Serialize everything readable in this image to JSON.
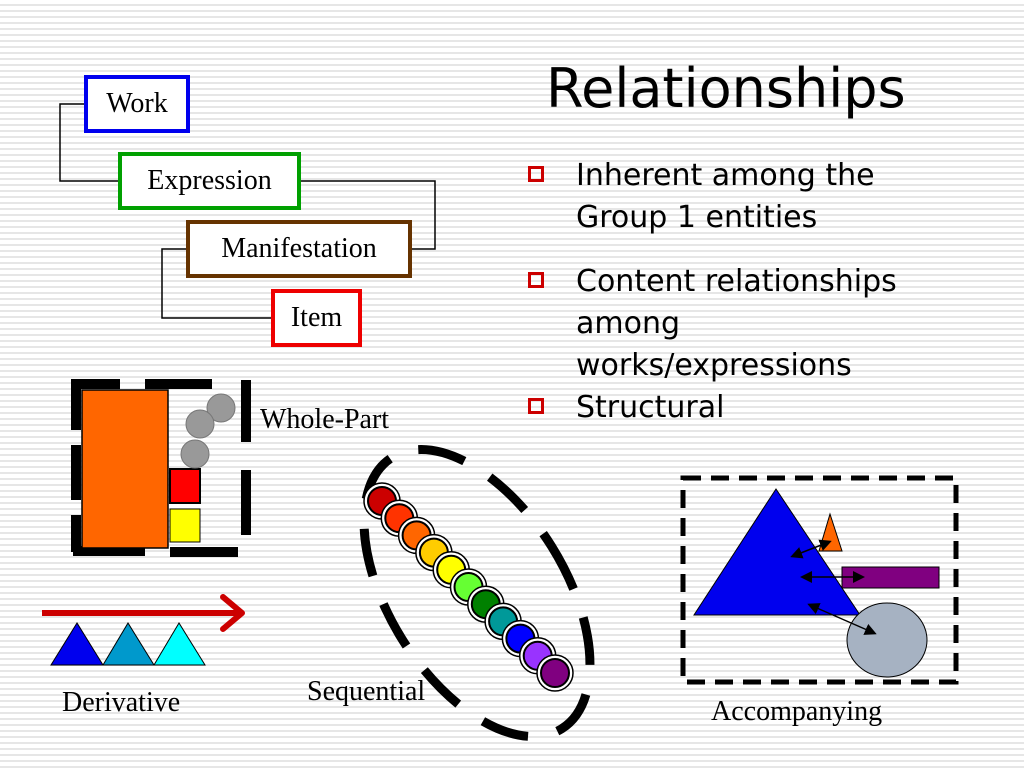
{
  "slide": {
    "title": "Relationships",
    "bullets": [
      {
        "text_lines": [
          "Inherent among the",
          "Group 1 entities"
        ]
      },
      {
        "text_lines": [
          "Content relationships",
          "among",
          "works/expressions"
        ]
      },
      {
        "text_lines": [
          "Structural"
        ]
      }
    ],
    "bullet_color": "#cc0000"
  },
  "hierarchy": {
    "entities": [
      {
        "label": "Work",
        "color": "#0000ee"
      },
      {
        "label": "Expression",
        "color": "#00a000"
      },
      {
        "label": "Manifestation",
        "color": "#663300"
      },
      {
        "label": "Item",
        "color": "#ee0000"
      }
    ]
  },
  "relationship_types": {
    "whole_part": {
      "label": "Whole-Part",
      "colors": {
        "whole": "#ff6600",
        "part_1": "#ff0000",
        "part_2": "#ffff00",
        "circles": "#999999"
      }
    },
    "sequential": {
      "label": "Sequential",
      "bead_colors": [
        "#cc0000",
        "#ff3300",
        "#ff6600",
        "#ffcc00",
        "#ffff00",
        "#66ff33",
        "#008000",
        "#009999",
        "#0000ff",
        "#9933ff",
        "#800080"
      ]
    },
    "derivative": {
      "label": "Derivative",
      "arrow_color": "#cc0000",
      "triangle_colors": [
        "#0000ee",
        "#0099cc",
        "#00ffff"
      ]
    },
    "accompanying": {
      "label": "Accompanying",
      "colors": {
        "main_triangle": "#0000ee",
        "small_triangle": "#ff6600",
        "bar": "#800080",
        "circle": "#a6b2c2"
      }
    }
  }
}
